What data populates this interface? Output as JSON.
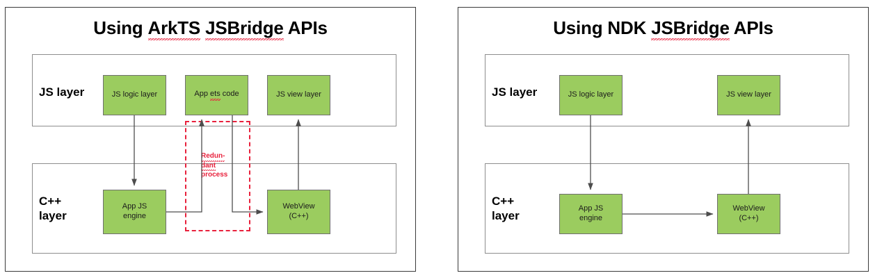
{
  "diagram": {
    "type": "architecture-comparison",
    "panels": [
      {
        "id": "arkts",
        "title_prefix": "Using ",
        "title_word1": "ArkTS",
        "title_mid": " ",
        "title_word2": "JSBridge",
        "title_suffix": " APIs",
        "title_full": "Using ArkTS JSBridge APIs",
        "layers": [
          {
            "id": "js",
            "label": "JS layer"
          },
          {
            "id": "cpp",
            "label": "C++\nlayer"
          }
        ],
        "nodes": [
          {
            "id": "js-logic-layer",
            "label": "JS logic layer",
            "layer": "js"
          },
          {
            "id": "app-ets-code",
            "label_a": "App ",
            "label_b": "ets",
            "label_c": " code",
            "label": "App ets code",
            "layer": "js"
          },
          {
            "id": "js-view-layer",
            "label": "JS view layer",
            "layer": "js"
          },
          {
            "id": "app-js-engine",
            "label": "App JS\nengine",
            "layer": "cpp"
          },
          {
            "id": "webview-cpp",
            "label": "WebView\n(C++)",
            "layer": "cpp"
          }
        ],
        "annotation": {
          "id": "redundant-process",
          "line1": "Redun-",
          "line2": "dant",
          "line3": "process",
          "text": "Redundant process",
          "color": "#e8213c",
          "style": "dashed-box"
        },
        "edges": [
          {
            "from": "js-logic-layer",
            "to": "app-js-engine",
            "direction": "down"
          },
          {
            "from": "app-js-engine",
            "to": "app-ets-code",
            "direction": "up"
          },
          {
            "from": "app-ets-code",
            "to": "webview-cpp",
            "direction": "down-right"
          },
          {
            "from": "webview-cpp",
            "to": "js-view-layer",
            "direction": "up"
          }
        ]
      },
      {
        "id": "ndk",
        "title_prefix": "Using NDK ",
        "title_word1": "JSBridge",
        "title_suffix": " APIs",
        "title_full": "Using NDK JSBridge APIs",
        "layers": [
          {
            "id": "js",
            "label": "JS layer"
          },
          {
            "id": "cpp",
            "label": "C++\nlayer"
          }
        ],
        "nodes": [
          {
            "id": "js-logic-layer",
            "label": "JS logic layer",
            "layer": "js"
          },
          {
            "id": "js-view-layer",
            "label": "JS view layer",
            "layer": "js"
          },
          {
            "id": "app-js-engine",
            "label": "App JS\nengine",
            "layer": "cpp"
          },
          {
            "id": "webview-cpp",
            "label": "WebView\n(C++)",
            "layer": "cpp"
          }
        ],
        "edges": [
          {
            "from": "js-logic-layer",
            "to": "app-js-engine",
            "direction": "down"
          },
          {
            "from": "app-js-engine",
            "to": "webview-cpp",
            "direction": "right"
          },
          {
            "from": "webview-cpp",
            "to": "js-view-layer",
            "direction": "up"
          }
        ]
      }
    ],
    "colors": {
      "node_fill": "#9BCC5F",
      "node_border": "#6f6f6f",
      "panel_border": "#3a3a3a",
      "layer_border": "#8d8d8d",
      "annotation_red": "#e8213c",
      "arrow": "#4d4d4d",
      "background": "#ffffff"
    }
  }
}
